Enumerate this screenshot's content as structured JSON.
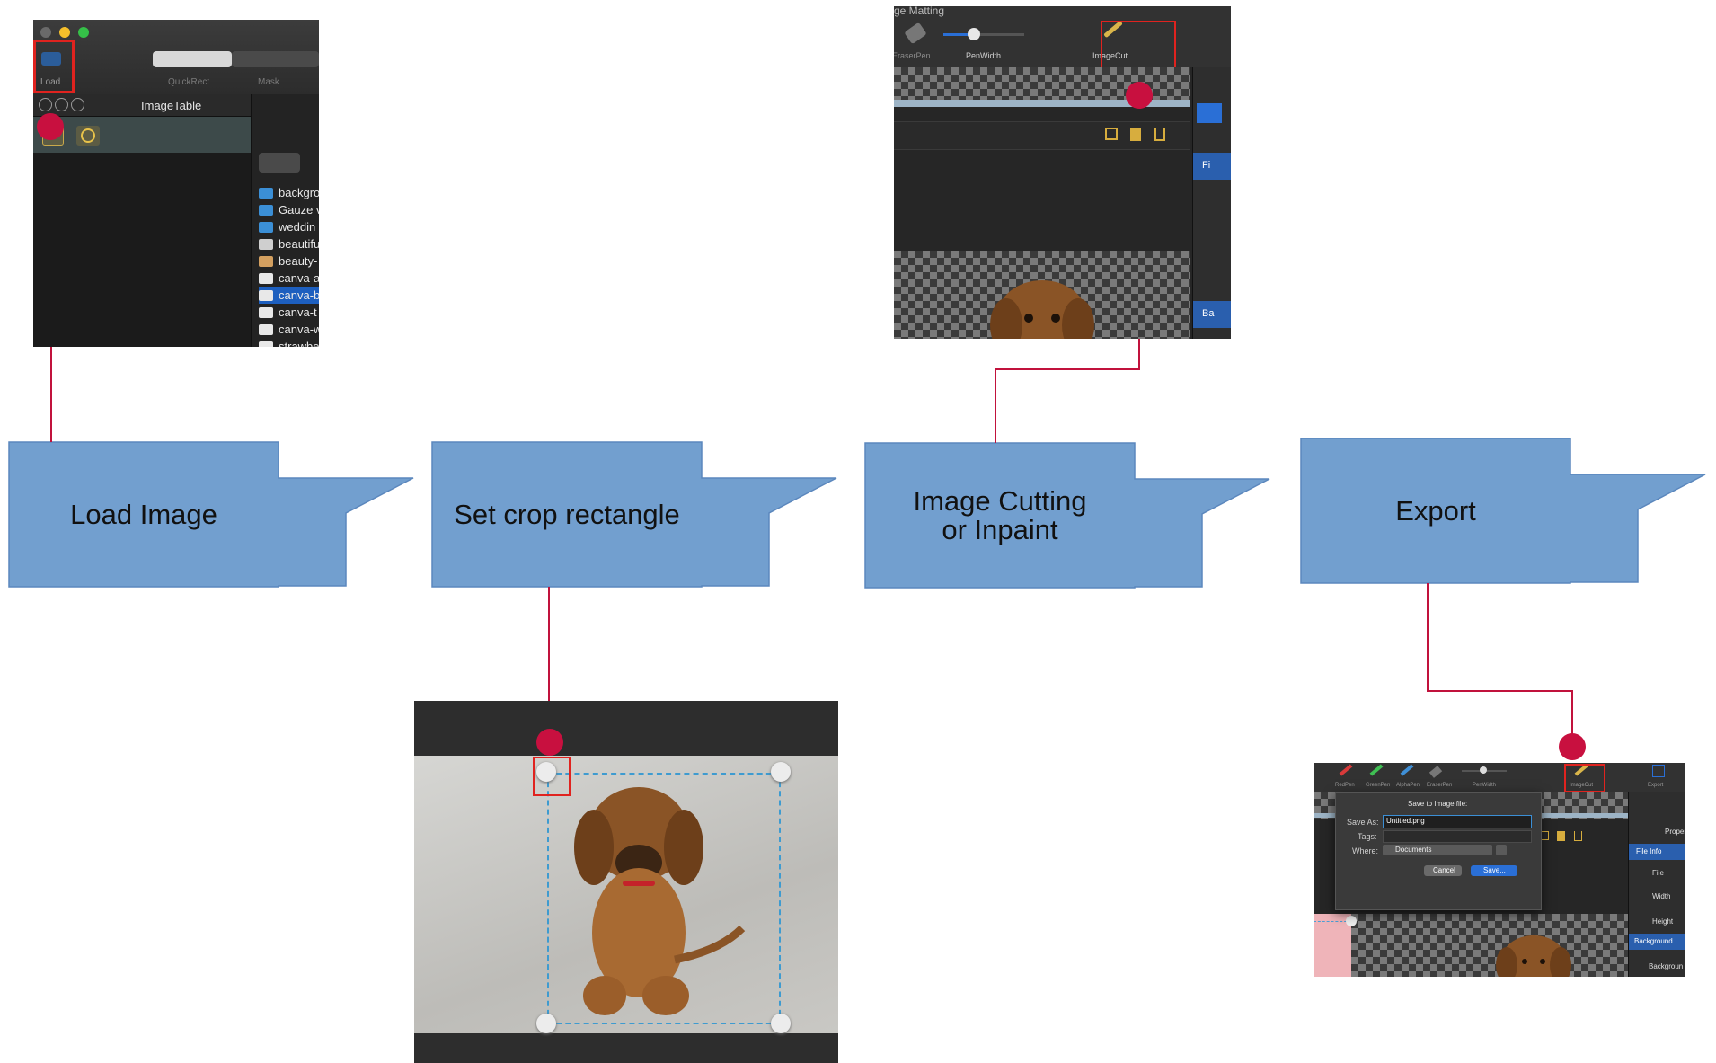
{
  "colors": {
    "step_fill": "#729fcf",
    "step_stroke": "#5b87bd",
    "connector": "#c1123c",
    "highlight_box": "#e0231f",
    "marker": "#c8103f"
  },
  "steps": [
    {
      "label": "Load Image"
    },
    {
      "label": "Set crop rectangle"
    },
    {
      "label": "Image Cutting\nor Inpaint"
    },
    {
      "label": "Export"
    }
  ],
  "screenshot_load": {
    "toolbar": {
      "load_label": "Load",
      "quickrect_label": "QuickRect",
      "mask_label": "Mask"
    },
    "panel_title": "ImageTable",
    "files": [
      {
        "name": "backgro",
        "icon": "folder-icon"
      },
      {
        "name": "Gauze v",
        "icon": "folder-icon"
      },
      {
        "name": "weddin",
        "icon": "folder-icon"
      },
      {
        "name": "beautifu",
        "icon": "image-file-icon"
      },
      {
        "name": "beauty-",
        "icon": "image-file-icon"
      },
      {
        "name": "canva-a",
        "icon": "image-file-icon"
      },
      {
        "name": "canva-b",
        "icon": "image-file-icon",
        "selected": true
      },
      {
        "name": "canva-t",
        "icon": "image-file-icon"
      },
      {
        "name": "canva-w",
        "icon": "image-file-icon"
      },
      {
        "name": "strawbe",
        "icon": "image-file-icon"
      }
    ]
  },
  "screenshot_cut": {
    "title_fragment": "ge Matting",
    "tools": {
      "eraserpen_label": "EraserPen",
      "penwidth_label": "PenWidth",
      "imagecut_label": "ImageCut"
    },
    "side_fragments": [
      "Fi",
      "Ba"
    ]
  },
  "screenshot_export": {
    "tool_labels": [
      "RedPen",
      "GreenPen",
      "AlphaPen",
      "EraserPen",
      "PenWidth",
      "ImageCut",
      "Export"
    ],
    "dialog": {
      "title": "Save to Image file:",
      "save_as_label": "Save As:",
      "save_as_value": "Untitled.png",
      "tags_label": "Tags:",
      "where_label": "Where:",
      "where_value": "Documents",
      "cancel_label": "Cancel",
      "save_label": "Save..."
    },
    "side_panel": {
      "header": "Proper",
      "sections": [
        "File Info",
        "File",
        "Width",
        "Height",
        "Background",
        "Backgroun"
      ]
    }
  }
}
